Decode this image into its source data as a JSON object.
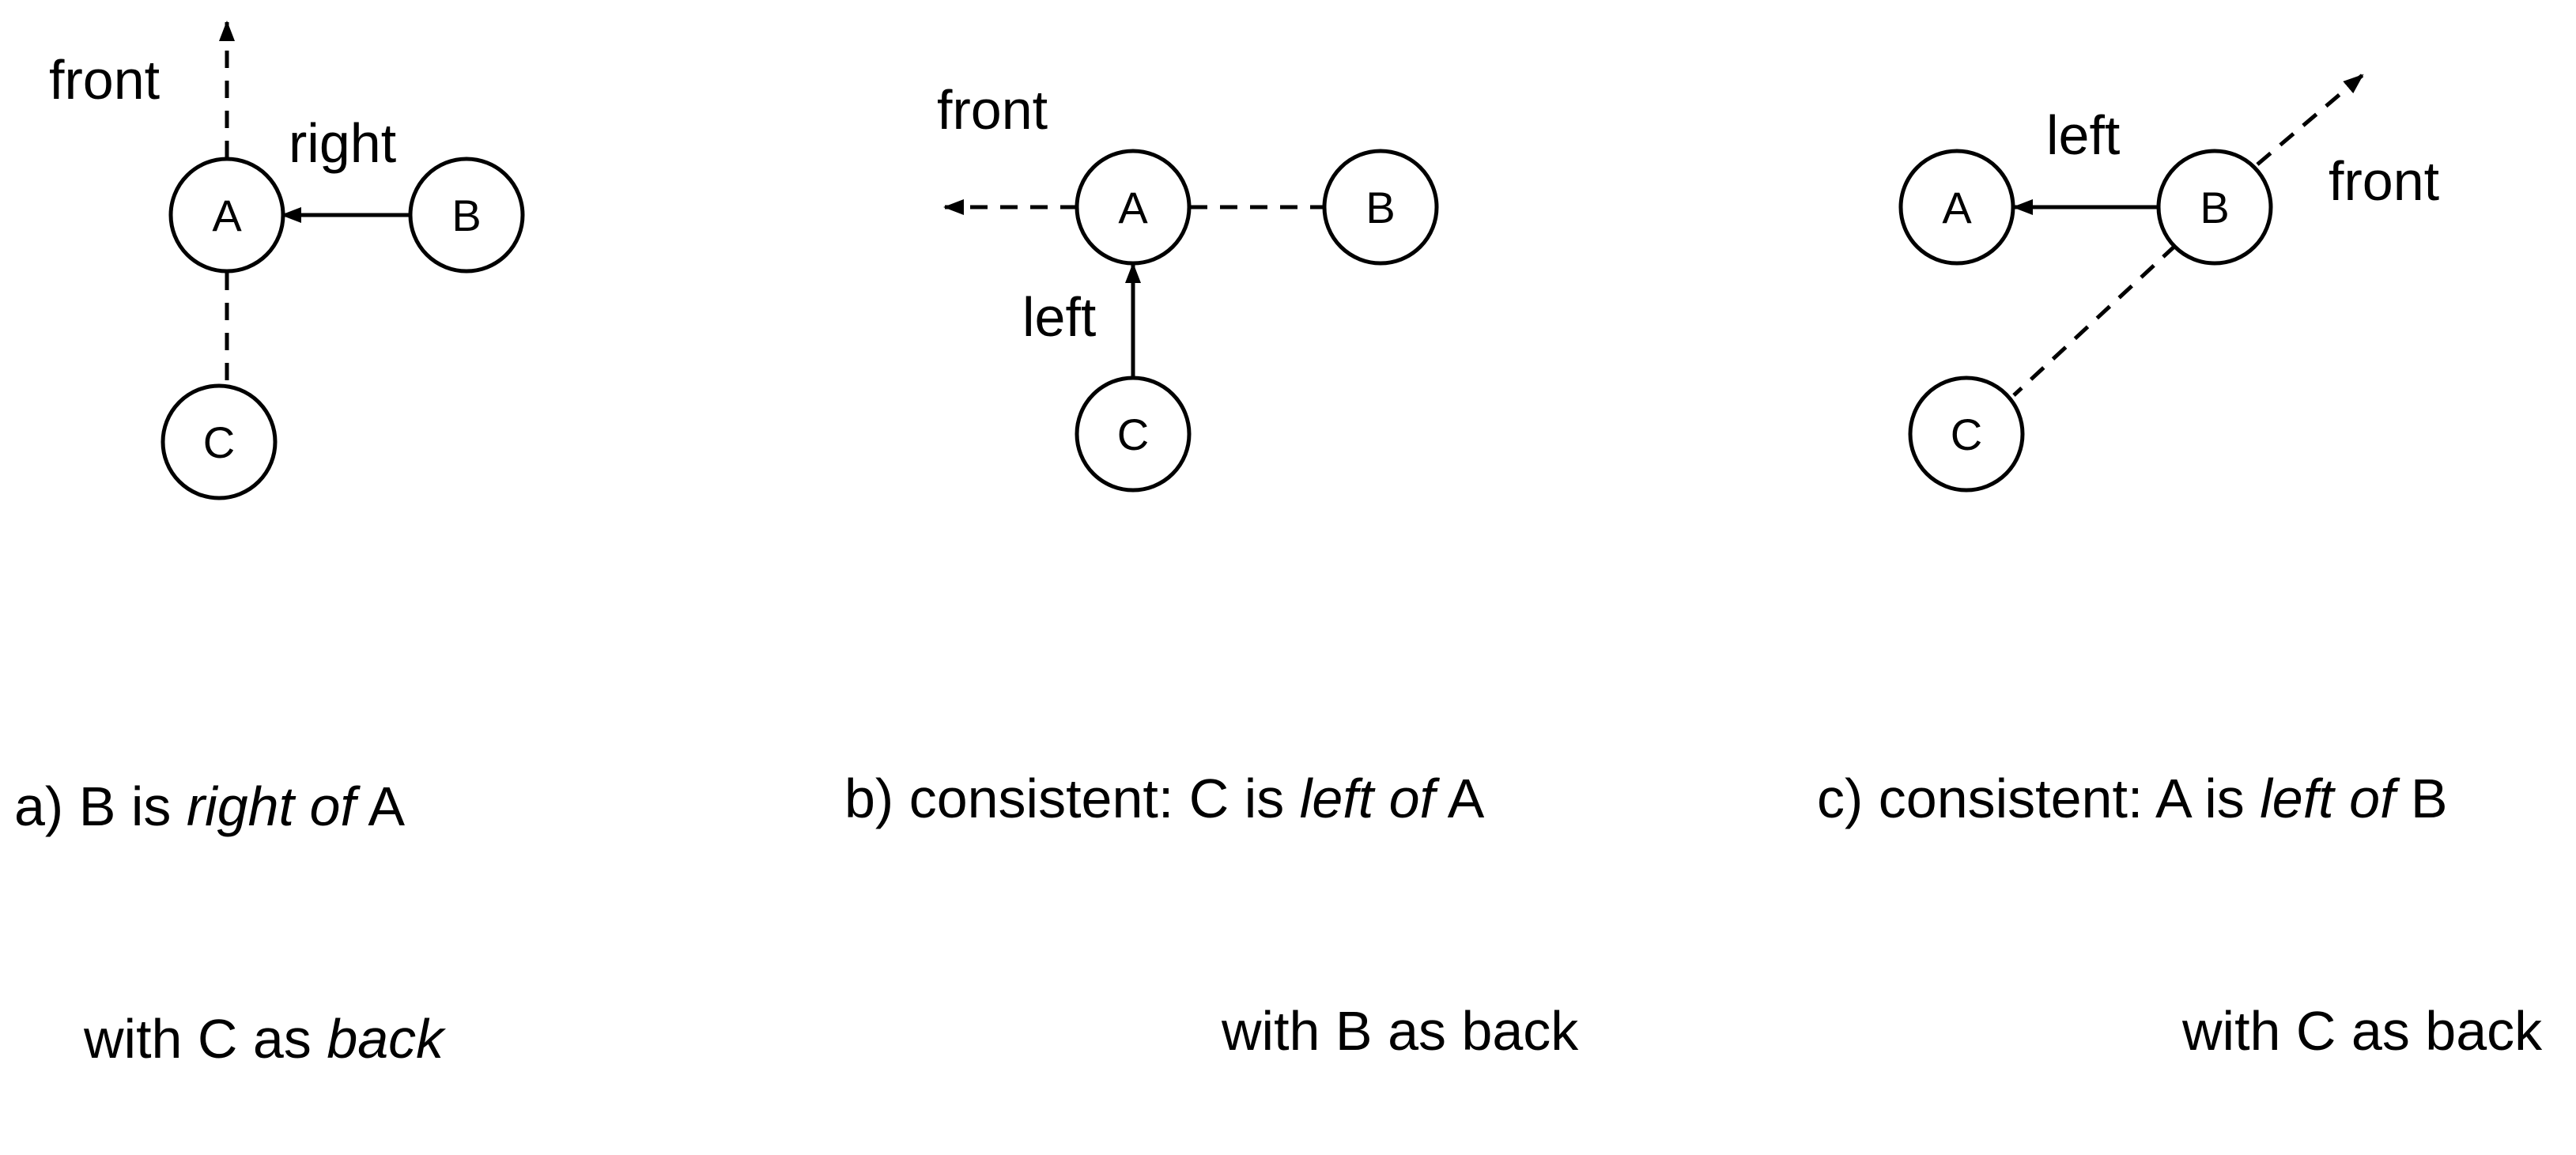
{
  "panels": [
    {
      "id": "a",
      "nodes": [
        "A",
        "B",
        "C"
      ],
      "labels": {
        "front": "front",
        "relation": "right"
      },
      "caption": {
        "line1": [
          {
            "text": "a) B is ",
            "italic": false
          },
          {
            "text": "right of",
            "italic": true
          },
          {
            "text": " A",
            "italic": false
          }
        ],
        "line2": [
          {
            "text": "with C as ",
            "italic": false
          },
          {
            "text": "back",
            "italic": true
          }
        ]
      }
    },
    {
      "id": "b",
      "nodes": [
        "A",
        "B",
        "C"
      ],
      "labels": {
        "front": "front",
        "relation": "left"
      },
      "caption": {
        "line1": [
          {
            "text": "b) consistent: C is ",
            "italic": false
          },
          {
            "text": "left of",
            "italic": true
          },
          {
            "text": " A",
            "italic": false
          }
        ],
        "line2": [
          {
            "text": "with B as back",
            "italic": false
          }
        ]
      }
    },
    {
      "id": "c",
      "nodes": [
        "A",
        "B",
        "C"
      ],
      "labels": {
        "front": "front",
        "relation": "left"
      },
      "caption": {
        "line1": [
          {
            "text": "c) consistent: A is ",
            "italic": false
          },
          {
            "text": "left of",
            "italic": true
          },
          {
            "text": " B",
            "italic": false
          }
        ],
        "line2": [
          {
            "text": "with C as back",
            "italic": false
          }
        ]
      }
    }
  ]
}
